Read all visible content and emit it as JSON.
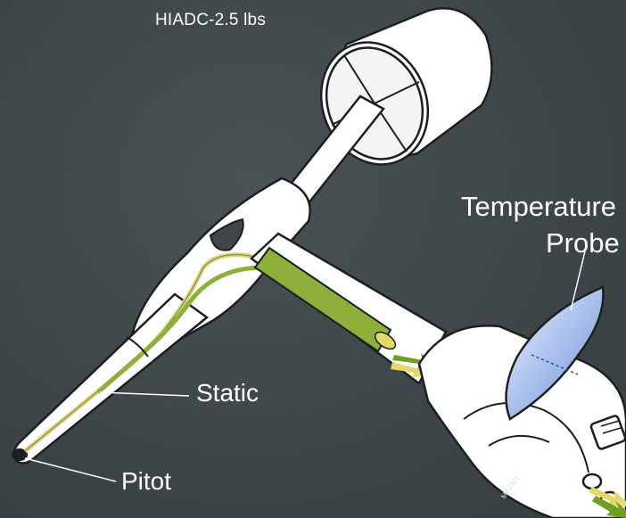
{
  "title": "HIADC-2.5 lbs",
  "labels": {
    "temperature_line1": "Temperature",
    "temperature_line2": "Probe",
    "static": "Static",
    "pitot": "Pitot",
    "drawing_code": "MA2921"
  },
  "colors": {
    "background": "#3e4648",
    "body": "#ffffff",
    "outline": "#1c1f20",
    "pitot_line": "#d9d67a",
    "static_tube": "#8db03a",
    "probe": "#9fb7e6",
    "arrow_green": "#6fa022",
    "arrow_yellow": "#e3d96a"
  }
}
